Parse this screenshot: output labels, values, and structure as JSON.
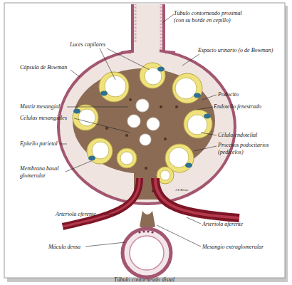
{
  "diagram": {
    "labels": [
      "Túbulo contorneado proximal (con su borde en cepillo)",
      "Luces capilares",
      "Espacio urinario (o de Bowman)",
      "Cápsula de Bowman",
      "Podocito",
      "Endotelio fenestrado",
      "Matriz mesangial",
      "Células mesangiales",
      "Célula endotelial",
      "Epitelio parietal",
      "Procesos podocitarios (pedicelos)",
      "Membrana basal glomerular",
      "Arteriola eferente",
      "Arteriola aferente",
      "Mácula densa",
      "Mesangio extraglomerular",
      "J.F.Rivas",
      "Túbulo contorneado distal"
    ]
  }
}
